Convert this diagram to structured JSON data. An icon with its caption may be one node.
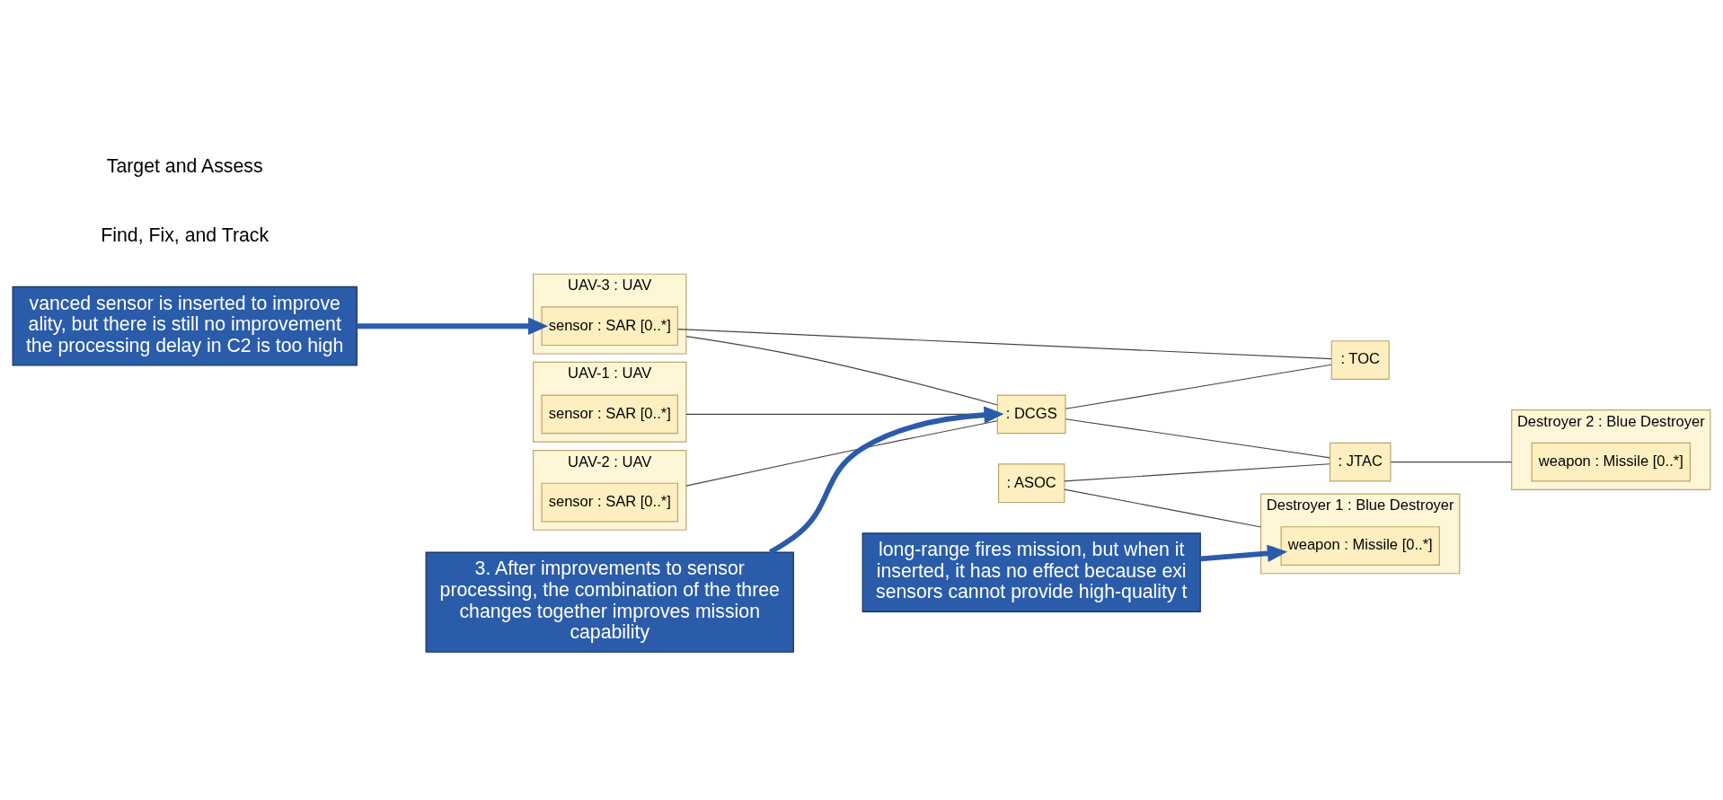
{
  "diagram": {
    "nodes": [
      {
        "text": [
          "UAV-1 : UAV"
        ]
      },
      {
        "text": [
          "sensor : SAR [0..*]"
        ],
        "in": 0
      },
      {
        "text": [
          "UAV-2 : UAV"
        ]
      },
      {
        "text": [
          "sensor : SAR [0..*]"
        ],
        "in": 2
      },
      {
        "text": [
          "UAV-3 : UAV"
        ]
      },
      {
        "text": [
          "sensor : SAR [0..*]"
        ],
        "in": 4
      },
      {
        "text": [
          ": TOC"
        ]
      },
      {
        "text": [
          ": ASOC"
        ]
      },
      {
        "text": [
          "3. After improvements to sensor processing, the combination of the three changes together improves mission capability"
        ]
      },
      {
        "text": [
          ": DCGS"
        ]
      },
      {
        "text": [
          ": JTAC"
        ]
      },
      {
        "text": [
          "Destroyer 1 : Blue Destroyer"
        ]
      },
      {
        "text": [
          "weapon : Missile [0..*]"
        ],
        "in": 11
      },
      {
        "text": [
          "Destroyer 2 : Blue Destroyer"
        ]
      },
      {
        "text": [
          "weapon : Missile [0..*]"
        ],
        "in": 13
      },
      {
        "text": [
          "long-range fires mission, but when it inserted, it has no effect because exi sensors cannot provide high-quality t"
        ]
      },
      {
        "text": [
          "vanced sensor is inserted to improve ality, but there is still no improvement the processing delay in C2 is too high"
        ]
      }
    ],
    "edges": [
      {
        "from": 0,
        "to": 9,
        "arrow": "none"
      },
      {
        "from": 2,
        "to": 9,
        "arrow": "none"
      },
      {
        "from": 4,
        "to": 9,
        "arrow": "none"
      },
      {
        "from": 5,
        "to": 6,
        "arrow": "none"
      },
      {
        "from": 9,
        "to": 6,
        "arrow": "none"
      },
      {
        "from": 9,
        "to": 10,
        "arrow": "none"
      },
      {
        "from": 7,
        "to": 10,
        "arrow": "none"
      },
      {
        "from": 7,
        "to": 11,
        "arrow": "none"
      },
      {
        "from": 10,
        "to": 13,
        "arrow": "none"
      },
      {
        "from": 8,
        "to": 9,
        "arrow": "to",
        "style": "thick",
        "color": "#2a5caa"
      },
      {
        "from": 15,
        "to": 12,
        "arrow": "to",
        "style": "thick",
        "color": "#2a5caa"
      },
      {
        "from": 16,
        "to": 5,
        "arrow": "to",
        "style": "thick",
        "color": "#2a5caa"
      }
    ],
    "labels": [
      "Find, Fix, and Track",
      "Target and Assess"
    ]
  }
}
